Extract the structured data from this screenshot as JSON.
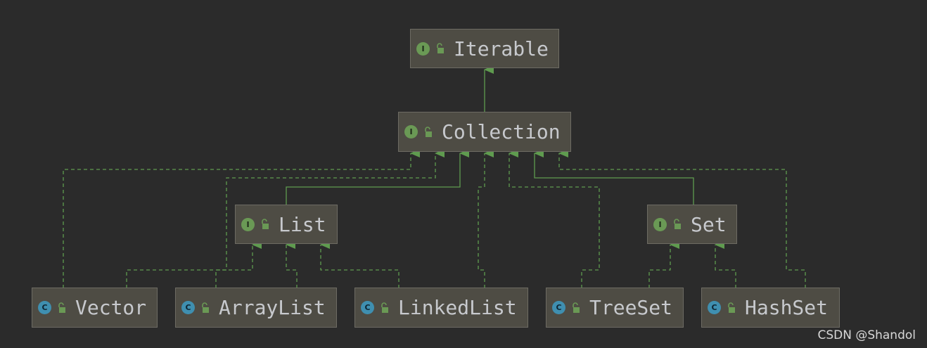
{
  "nodes": {
    "iterable": {
      "label": "Iterable",
      "kind": "interface",
      "badge": "I"
    },
    "collection": {
      "label": "Collection",
      "kind": "interface",
      "badge": "I"
    },
    "list": {
      "label": "List",
      "kind": "interface",
      "badge": "I"
    },
    "set": {
      "label": "Set",
      "kind": "interface",
      "badge": "I"
    },
    "vector": {
      "label": "Vector",
      "kind": "class",
      "badge": "C"
    },
    "arraylist": {
      "label": "ArrayList",
      "kind": "class",
      "badge": "C"
    },
    "linkedlist": {
      "label": "LinkedList",
      "kind": "class",
      "badge": "C"
    },
    "treeset": {
      "label": "TreeSet",
      "kind": "class",
      "badge": "C"
    },
    "hashset": {
      "label": "HashSet",
      "kind": "class",
      "badge": "C"
    }
  },
  "edges": [
    {
      "from": "Collection",
      "to": "Iterable",
      "type": "extends"
    },
    {
      "from": "List",
      "to": "Collection",
      "type": "extends"
    },
    {
      "from": "Set",
      "to": "Collection",
      "type": "extends"
    },
    {
      "from": "Vector",
      "to": "Collection",
      "type": "implements"
    },
    {
      "from": "ArrayList",
      "to": "Collection",
      "type": "implements"
    },
    {
      "from": "LinkedList",
      "to": "Collection",
      "type": "implements"
    },
    {
      "from": "TreeSet",
      "to": "Collection",
      "type": "implements"
    },
    {
      "from": "HashSet",
      "to": "Collection",
      "type": "implements"
    },
    {
      "from": "Vector",
      "to": "List",
      "type": "implements"
    },
    {
      "from": "ArrayList",
      "to": "List",
      "type": "implements"
    },
    {
      "from": "LinkedList",
      "to": "List",
      "type": "implements"
    },
    {
      "from": "TreeSet",
      "to": "Set",
      "type": "implements"
    },
    {
      "from": "HashSet",
      "to": "Set",
      "type": "implements"
    }
  ],
  "colors": {
    "background": "#2b2b2b",
    "node_fill": "#4e4c44",
    "edge": "#5f9b4f",
    "interface_badge": "#6a9955",
    "class_badge": "#3f8fb0"
  },
  "watermark": "CSDN @Shandol"
}
